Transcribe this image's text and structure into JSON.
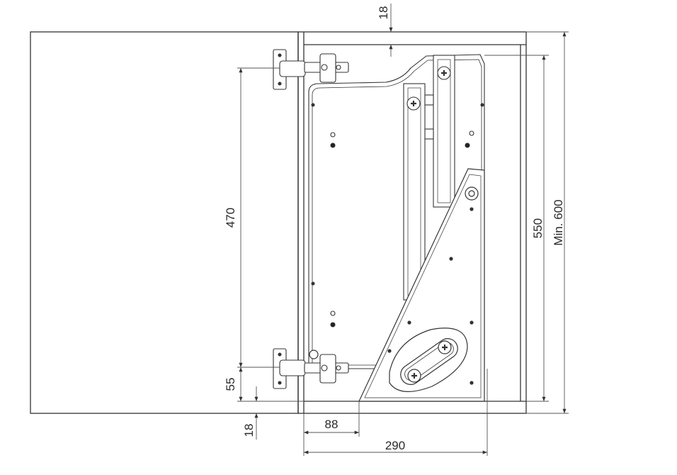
{
  "dimensions": {
    "top_gap": "18",
    "hinge_spacing": "470",
    "hinge_offset": "55",
    "bottom_gap": "18",
    "front_depth": "88",
    "unit_depth": "290",
    "unit_height": "550",
    "cabinet_height_min": "Min. 600"
  },
  "colors": {
    "line": "#333333",
    "dim_line": "#555555",
    "fill": "#ffffff"
  }
}
